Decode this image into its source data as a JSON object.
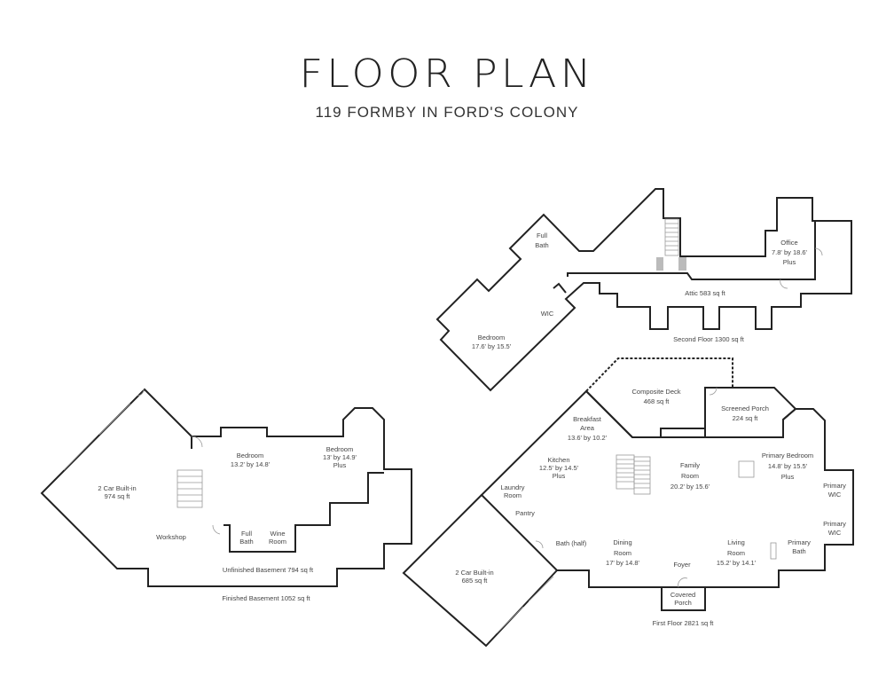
{
  "header": {
    "title": "FLOOR PLAN",
    "subtitle": "119 FORMBY IN FORD'S COLONY"
  },
  "second_floor": {
    "full_bath": [
      "Full",
      "Bath"
    ],
    "wic": "WIC",
    "bedroom": [
      "Bedroom",
      "17.6' by 15.5'"
    ],
    "office": [
      "Office",
      "7.8' by 18.6'",
      "Plus"
    ],
    "attic": "Attic 583 sq ft",
    "total": "Second Floor 1300 sq ft"
  },
  "first_floor": {
    "deck": [
      "Composite Deck",
      "468 sq ft"
    ],
    "screened_porch": [
      "Screened Porch",
      "224 sq ft"
    ],
    "breakfast": [
      "Breakfast",
      "Area",
      "13.6' by 10.2'"
    ],
    "kitchen": [
      "Kitchen",
      "12.5' by 14.5'",
      "Plus"
    ],
    "family": [
      "Family",
      "Room",
      "20.2' by 15.6'"
    ],
    "primary_bedroom": [
      "Primary Bedroom",
      "14.8' by 15.5'",
      "Plus"
    ],
    "primary_wic_1": [
      "Primary",
      "WIC"
    ],
    "primary_wic_2": [
      "Primary",
      "WIC"
    ],
    "laundry": [
      "Laundry",
      "Room"
    ],
    "pantry": "Pantry",
    "half_bath": "Bath (half)",
    "dining": [
      "Dining",
      "Room",
      "17' by 14.8'"
    ],
    "foyer": "Foyer",
    "living": [
      "Living",
      "Room",
      "15.2' by 14.1'"
    ],
    "primary_bath": [
      "Primary",
      "Bath"
    ],
    "covered_porch": [
      "Covered",
      "Porch"
    ],
    "garage": [
      "2 Car Built-in",
      "685 sq ft"
    ],
    "total": "First Floor 2821 sq ft"
  },
  "basement": {
    "garage": [
      "2 Car Built-in",
      "974 sq ft"
    ],
    "bedroom1": [
      "Bedroom",
      "13.2' by 14.8'"
    ],
    "bedroom2": [
      "Bedroom",
      "13' by 14.9'",
      "Plus"
    ],
    "workshop": "Workshop",
    "full_bath": [
      "Full",
      "Bath"
    ],
    "wine": [
      "Wine",
      "Room"
    ],
    "unfinished": "Unfinished Basement 794 sq ft",
    "total": "Finished Basement 1052 sq ft"
  }
}
